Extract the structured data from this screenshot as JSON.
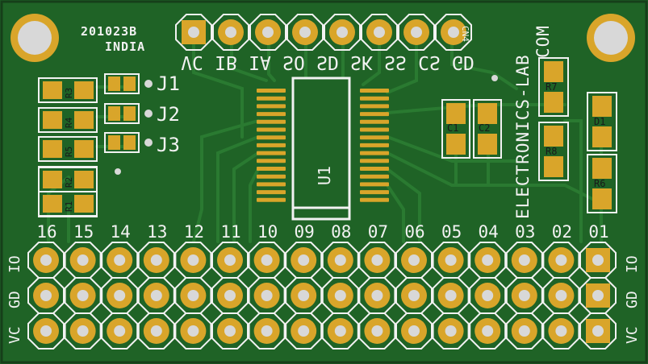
{
  "board": {
    "date_code": "201023B",
    "country": "INDIA",
    "brand_line1": "ELECTRONICS-LAB",
    "brand_line2": "COM",
    "connector_label": "CN4",
    "chip_label": "U1",
    "top_pin_labels": [
      "VC",
      "IB",
      "IA",
      "SO",
      "SD",
      "SK",
      "SS",
      "CS",
      "GD"
    ],
    "jumpers": [
      "J1",
      "J2",
      "J3"
    ],
    "resistors_left": [
      "R3",
      "R4",
      "R5",
      "R2",
      "R1"
    ],
    "capacitors": [
      "C1",
      "C2"
    ],
    "parts_right": [
      "R7",
      "R8",
      "D1",
      "R6"
    ],
    "column_numbers": [
      "16",
      "15",
      "14",
      "13",
      "12",
      "11",
      "10",
      "09",
      "08",
      "07",
      "06",
      "05",
      "04",
      "03",
      "02",
      "01"
    ],
    "row_labels": [
      "IO",
      "GD",
      "VC"
    ]
  },
  "colors": {
    "pcb": "#1f6326",
    "trace": "#2a7a31",
    "copper": "#d9a52a",
    "silk": "#f2f2f2",
    "hole": "#d8d8d8"
  }
}
